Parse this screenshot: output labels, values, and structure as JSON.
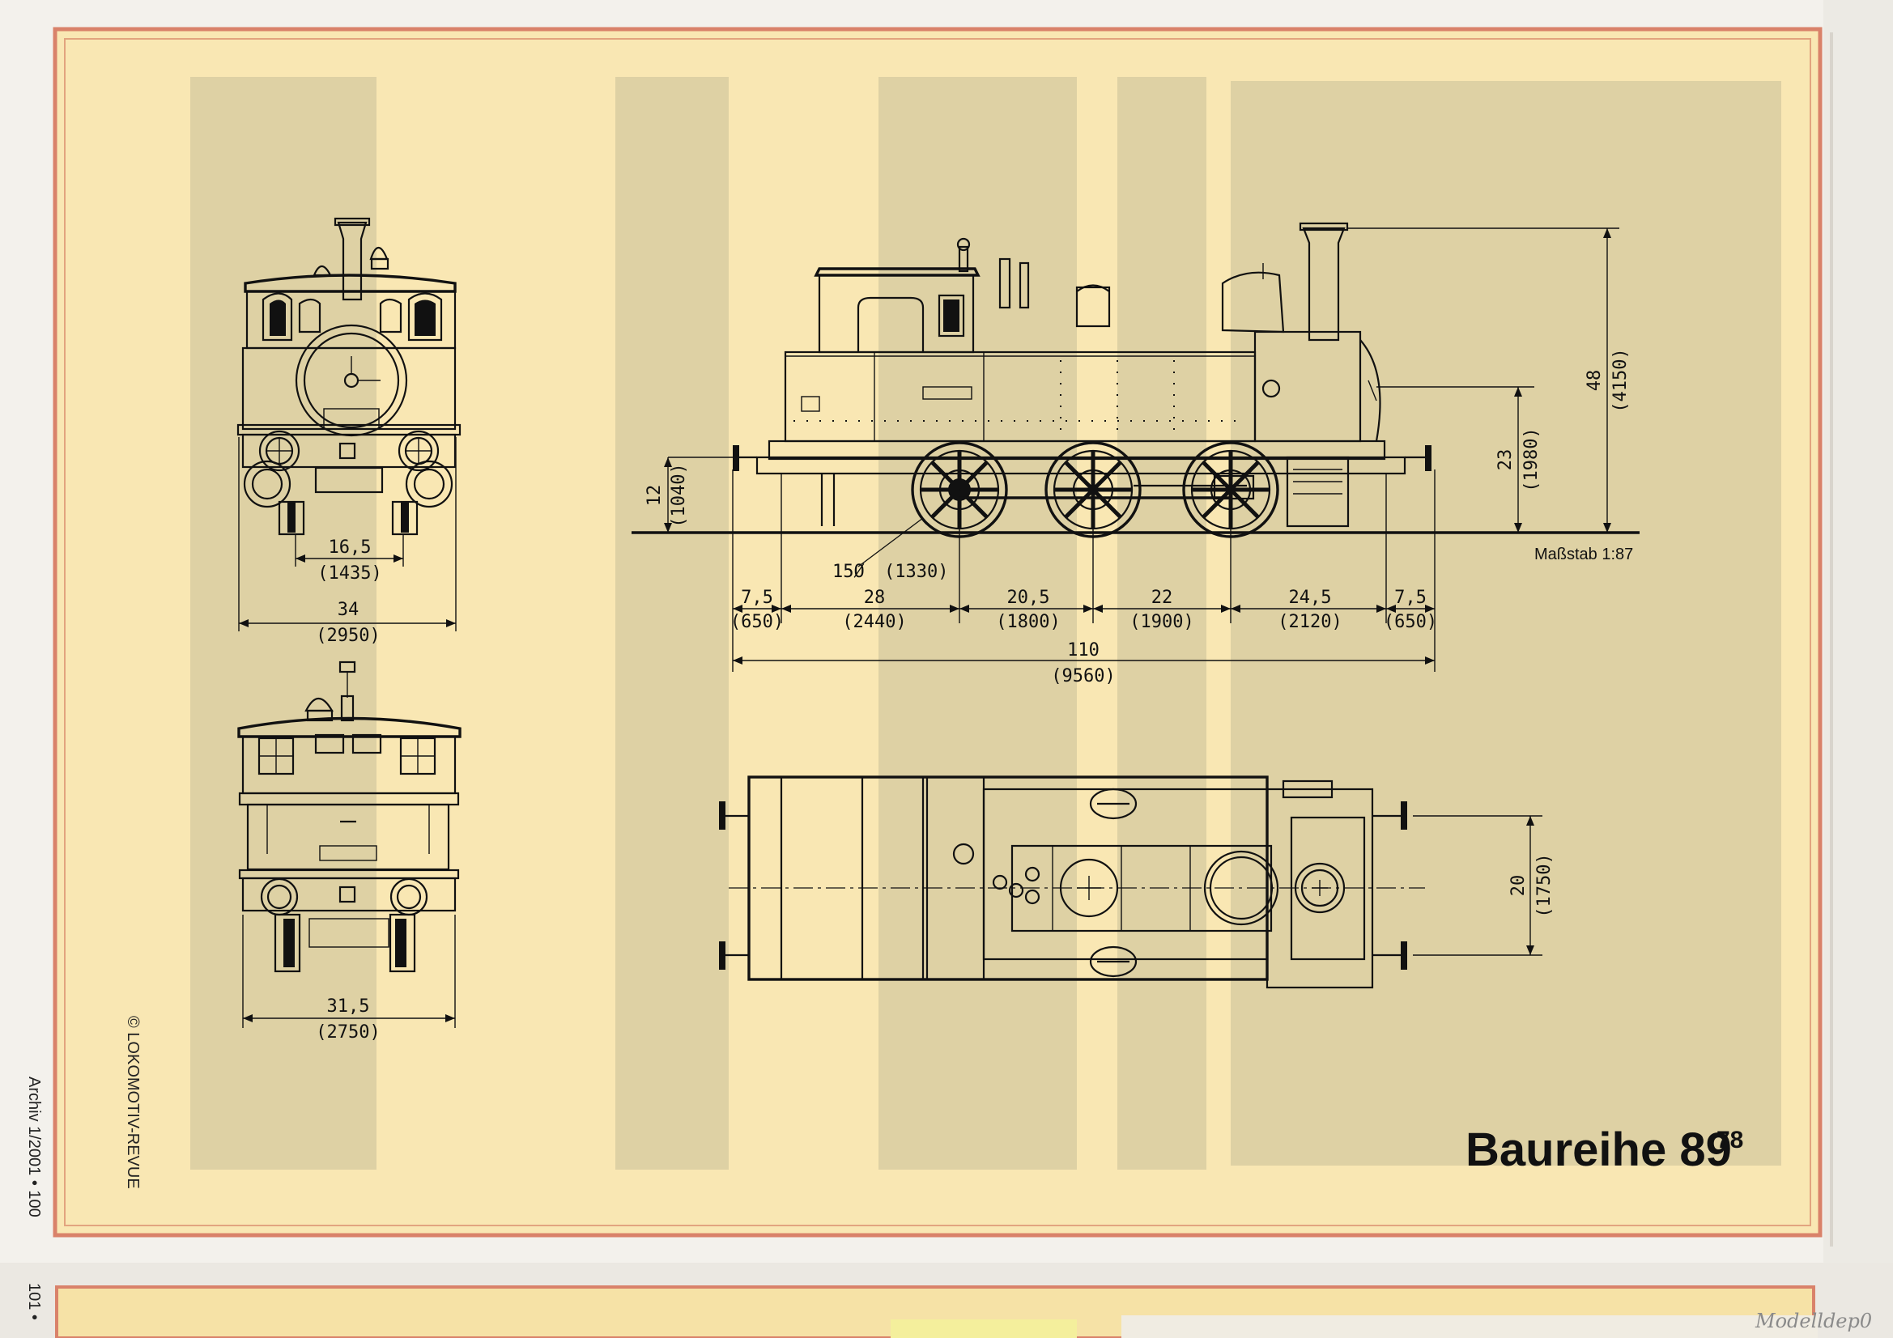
{
  "title": {
    "main": "Baureihe 89",
    "sup": "78"
  },
  "scale_label": "Maßstab 1:87",
  "copyright": "© LOKOMOTIV-REVUE",
  "page_ref": "Archiv 1/2001 • 100",
  "bottom_page_number": "101 •",
  "watermark": "Modelldep0",
  "colors": {
    "paper": "#f9e7b3",
    "frame": "#d9826a",
    "ink": "#111111"
  },
  "dimensions": {
    "front_gauge": {
      "value": "16,5",
      "mm": "(1435)"
    },
    "front_width": {
      "value": "34",
      "mm": "(2950)"
    },
    "rear_width": {
      "value": "31,5",
      "mm": "(2750)"
    },
    "buffer_height": {
      "value": "12",
      "mm": "(1040)"
    },
    "wheel_dia": {
      "value": "15Ø",
      "mm": "(1330)"
    },
    "boiler_height": {
      "value": "23",
      "mm": "(1980)"
    },
    "total_height": {
      "value": "48",
      "mm": "(4150)"
    },
    "buffer_spacing": {
      "value": "20",
      "mm": "(1750)"
    },
    "total_length": {
      "value": "110",
      "mm": "(9560)"
    },
    "segments": [
      {
        "value": "7,5",
        "mm": "(650)"
      },
      {
        "value": "28",
        "mm": "(2440)"
      },
      {
        "value": "20,5",
        "mm": "(1800)"
      },
      {
        "value": "22",
        "mm": "(1900)"
      },
      {
        "value": "24,5",
        "mm": "(2120)"
      },
      {
        "value": "7,5",
        "mm": "(650)"
      }
    ]
  }
}
